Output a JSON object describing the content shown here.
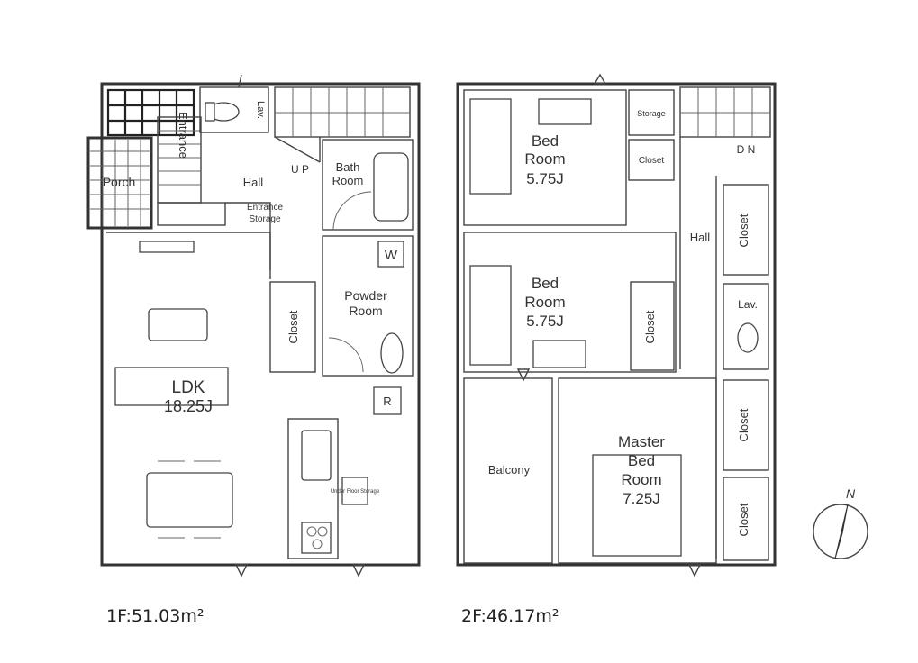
{
  "floor1": {
    "rooms": {
      "entrance": "Entrance",
      "lav": "Lav.",
      "porch": "Porch",
      "hall": "Hall",
      "up": "U P",
      "bath_line1": "Bath",
      "bath_line2": "Room",
      "entrance_storage_line1": "Entrance",
      "entrance_storage_line2": "Storage",
      "w_mark": "W",
      "powder_line1": "Powder",
      "powder_line2": "Room",
      "closet": "Closet",
      "ldk_name": "LDK",
      "ldk_size": "18.25J",
      "r_mark": "R",
      "under_floor_storage": "Under Floor Storage"
    },
    "area_label": "1F:51.03m²"
  },
  "floor2": {
    "rooms": {
      "bed1_line1": "Bed",
      "bed1_line2": "Room",
      "bed1_size": "5.75J",
      "storage": "Storage",
      "closet_top": "Closet",
      "dn": "D N",
      "hall": "Hall",
      "closet_right1": "Closet",
      "bed2_line1": "Bed",
      "bed2_line2": "Room",
      "bed2_size": "5.75J",
      "closet_mid": "Closet",
      "lav": "Lav.",
      "balcony": "Balcony",
      "master_line1": "Master",
      "master_line2": "Bed",
      "master_line3": "Room",
      "master_size": "7.25J",
      "closet_right2": "Closet",
      "closet_right3": "Closet"
    },
    "area_label": "2F:46.17m²"
  },
  "compass": {
    "north": "N"
  }
}
